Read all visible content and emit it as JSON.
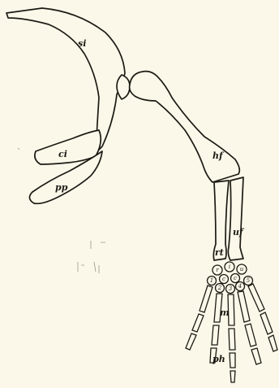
{
  "labels": {
    "si": "si",
    "ci": "ci",
    "pp": "pp",
    "hf": "hf",
    "rt": "rt",
    "uf": "uf",
    "m": "m",
    "ph": "ph"
  },
  "carpals": {
    "proximal": [
      "r",
      "i",
      "u"
    ],
    "central": [
      "c",
      "c"
    ],
    "distal": [
      "1",
      "2",
      "3",
      "4",
      "5"
    ]
  },
  "colors": {
    "paper": "#fbf8e9",
    "ink": "#1c1a14"
  }
}
